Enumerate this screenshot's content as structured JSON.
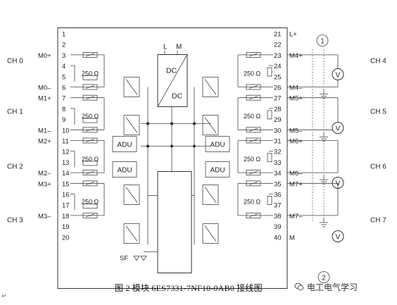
{
  "figure": {
    "caption": "图 2  模块 6ES7331-7NF10-0AB0 接线图",
    "watermark": "电工电气学习",
    "corner_mark": "↵"
  },
  "module": {
    "top_supply_labels": [
      "L",
      "M"
    ],
    "dc_block": {
      "top": "DC",
      "bottom": "DC"
    },
    "adu_label": "ADU",
    "sf_label": "SF",
    "resistor_label": "250 Ω",
    "callouts": [
      "1",
      "2"
    ]
  },
  "left_terminals": [
    "1",
    "2",
    "3",
    "4",
    "5",
    "6",
    "7",
    "8",
    "9",
    "10",
    "11",
    "12",
    "13",
    "14",
    "15",
    "16",
    "17",
    "18",
    "19",
    "20"
  ],
  "right_terminals": [
    "21",
    "22",
    "23",
    "24",
    "25",
    "26",
    "27",
    "28",
    "29",
    "30",
    "31",
    "32",
    "33",
    "34",
    "35",
    "36",
    "37",
    "38",
    "39",
    "40"
  ],
  "left_signals": [
    {
      "label": "M0+",
      "terminal": "3"
    },
    {
      "label": "M0–",
      "terminal": "6"
    },
    {
      "label": "M1+",
      "terminal": "7"
    },
    {
      "label": "M1–",
      "terminal": "10"
    },
    {
      "label": "M2+",
      "terminal": "11"
    },
    {
      "label": "M2–",
      "terminal": "14"
    },
    {
      "label": "M3+",
      "terminal": "15"
    },
    {
      "label": "M3–",
      "terminal": "18"
    }
  ],
  "right_signals": [
    {
      "label": "L+",
      "terminal": "21"
    },
    {
      "label": "M4+",
      "terminal": "23"
    },
    {
      "label": "M4–",
      "terminal": "26"
    },
    {
      "label": "M5+",
      "terminal": "27"
    },
    {
      "label": "M5–",
      "terminal": "30"
    },
    {
      "label": "M6+",
      "terminal": "31"
    },
    {
      "label": "M6–",
      "terminal": "34"
    },
    {
      "label": "M7+",
      "terminal": "35"
    },
    {
      "label": "M7–",
      "terminal": "38"
    },
    {
      "label": "M",
      "terminal": "40"
    }
  ],
  "channels_left": [
    "CH 0",
    "CH 1",
    "CH 2",
    "CH 3"
  ],
  "channels_right": [
    "CH 4",
    "CH 5",
    "CH 6",
    "CH 7"
  ],
  "meter_label": "V"
}
